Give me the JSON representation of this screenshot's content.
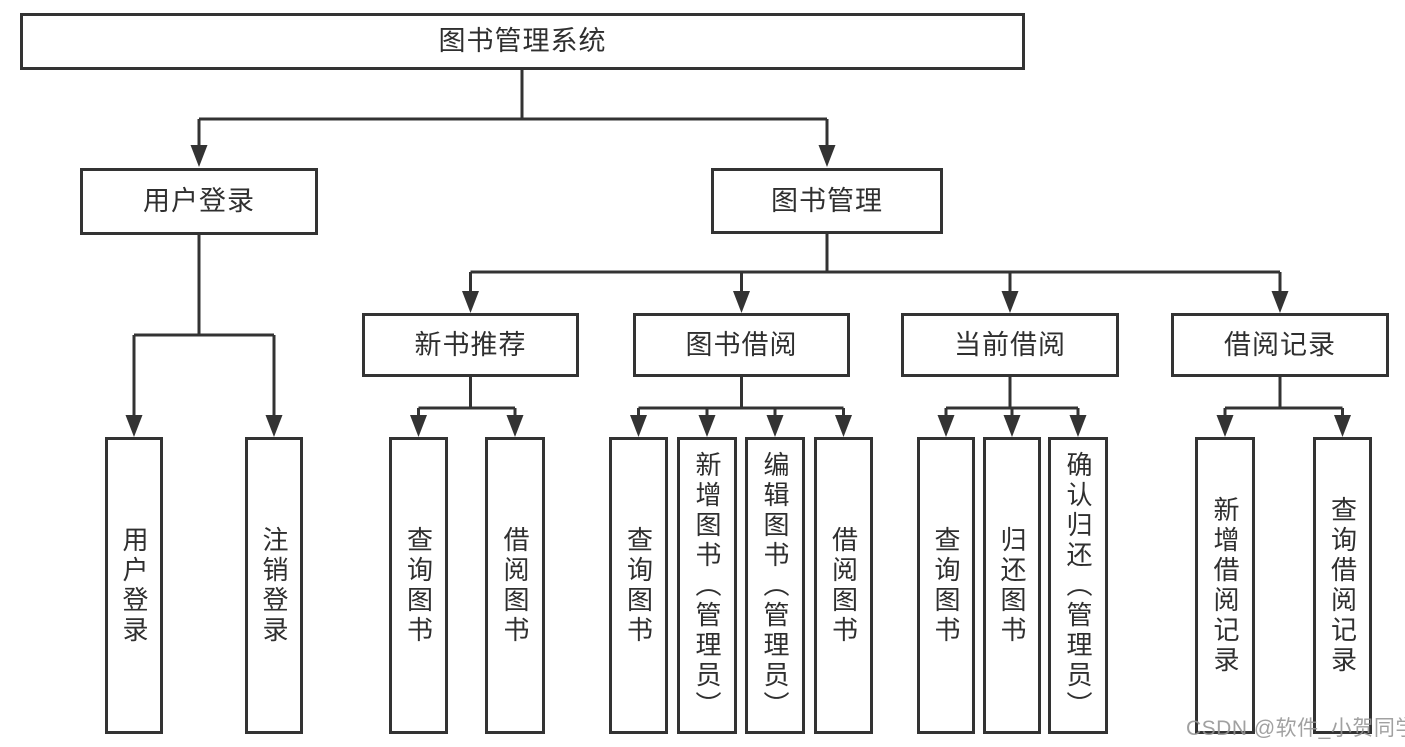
{
  "tree": {
    "root": "图书管理系统",
    "branches": [
      {
        "label": "用户登录",
        "children": [
          "用户登录",
          "注销登录"
        ]
      },
      {
        "label": "图书管理",
        "groups": [
          {
            "label": "新书推荐",
            "children": [
              "查询图书",
              "借阅图书"
            ]
          },
          {
            "label": "图书借阅",
            "children": [
              "查询图书",
              "新增图书（管理员）",
              "编辑图书（管理员）",
              "借阅图书"
            ]
          },
          {
            "label": "当前借阅",
            "children": [
              "查询图书",
              "归还图书",
              "确认归还（管理员）"
            ]
          },
          {
            "label": "借阅记录",
            "children": [
              "新增借阅记录",
              "查询借阅记录"
            ]
          }
        ]
      }
    ]
  },
  "watermark": "CSDN @软件_小贺同学",
  "colors": {
    "line": "#333333",
    "text": "#2f2f2f",
    "watermark": "#949494",
    "background": "#ffffff"
  }
}
